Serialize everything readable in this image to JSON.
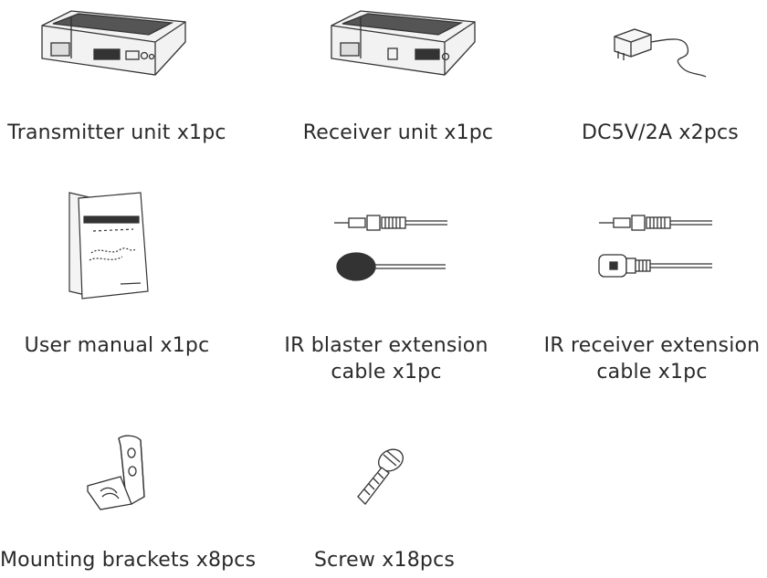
{
  "items": [
    {
      "icon": "transmitter-unit-icon",
      "label": "Transmitter unit x1pc"
    },
    {
      "icon": "receiver-unit-icon",
      "label": "Receiver unit x1pc"
    },
    {
      "icon": "power-adapter-icon",
      "label": "DC5V/2A x2pcs"
    },
    {
      "icon": "user-manual-icon",
      "label": "User manual x1pc"
    },
    {
      "icon": "ir-blaster-cable-icon",
      "label_line1": "IR blaster extension",
      "label_line2": "cable x1pc"
    },
    {
      "icon": "ir-receiver-cable-icon",
      "label_line1": "IR receiver extension",
      "label_line2": "cable x1pc"
    },
    {
      "icon": "mounting-bracket-icon",
      "label": "Mounting brackets x8pcs"
    },
    {
      "icon": "screw-icon",
      "label": "Screw x18pcs"
    }
  ]
}
